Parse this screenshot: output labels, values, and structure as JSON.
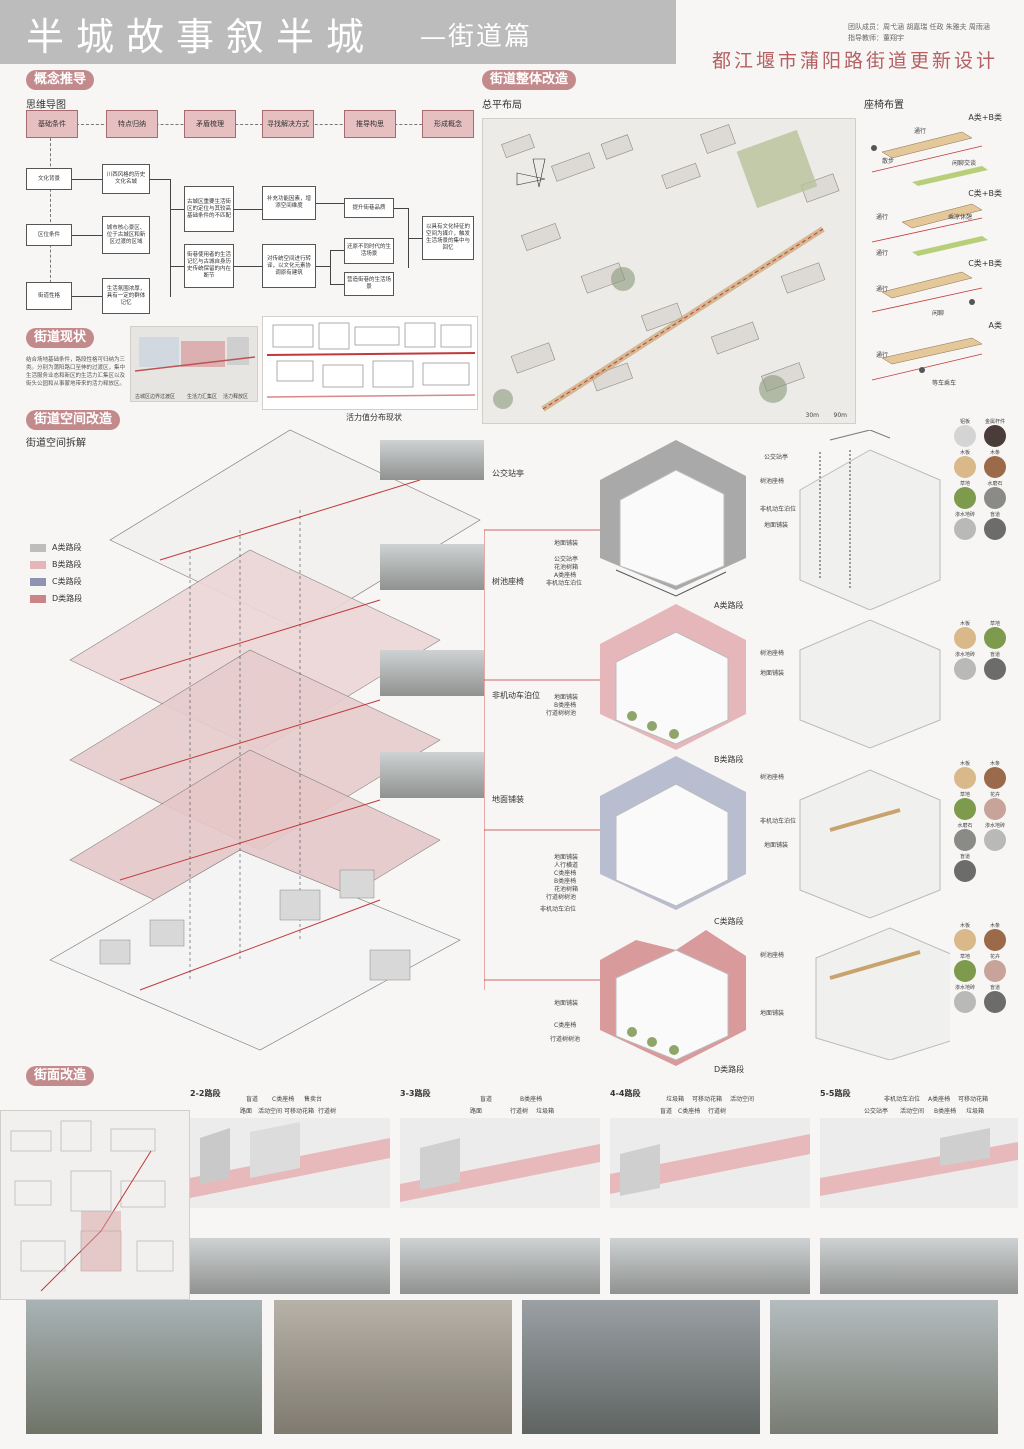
{
  "header": {
    "title": "半城故事叙半城",
    "subtitle": "—街道篇",
    "team_label": "团队成员：",
    "team_members": "周弋涵   胡嘉瑞   任政   朱雅夫   周雨涵",
    "advisor_label": "指导教师：",
    "advisor": "董翔宇",
    "project_title": "都江堰市蒲阳路街道更新设计"
  },
  "sections": {
    "concept": "概念推导",
    "mindmap": "思维导图",
    "overall": "街道整体改造",
    "plan": "总平布局",
    "seating": "座椅布置",
    "status": "街道现状",
    "space": "街道空间改造",
    "explode": "街道空间拆解",
    "facade": "街面改造"
  },
  "mindmap": {
    "heads": [
      "基础条件",
      "特点归纳",
      "矛盾梳理",
      "寻找解决方式",
      "推导构思",
      "形成概念"
    ],
    "col1": [
      "文化背景",
      "区位条件",
      "街道性格"
    ],
    "col2": [
      "川西风格的历史文化名城",
      "城市核心景区、位于古城区和新区过渡的区域",
      "生活氛围浓厚，具有一定的群体记忆"
    ],
    "col3": [
      "古城区重要生活街区的定位与其较高基础条件的不匹配",
      "街巷使用者的生活记忆与古城自身历史传统保留的内在断节"
    ],
    "col4": [
      "补充功能因素，增添空间维度",
      "对传统空间进行转译，以文化元素协调原有建筑"
    ],
    "col5": [
      "提升街巷品质",
      "还原不同时代的生活场景",
      "营造街巷的生活场景"
    ],
    "col6": "以具有文化特征的空间为媒介，触发生活场景的集中与回忆"
  },
  "status": {
    "text": "结合场地基础条件，路段性格可归纳为三类。分别为蒲阳路口至伸的过渡区，集中生活服务业态和新区的生活力汇集区以及街头公园和从事蒙地带来的活力释放区。",
    "map_labels": [
      "古城区边界过渡区",
      "生活力汇集区",
      "活力释放区"
    ],
    "vitality_caption": "活力值分布现状"
  },
  "seating": {
    "types": [
      "A类+B类",
      "C类+B类",
      "C类+B类",
      "A类"
    ],
    "notes": [
      "通行",
      "散步",
      "闲聊交谈",
      "通行",
      "乘凉休憩",
      "通行",
      "通行",
      "闲聊",
      "通行",
      "等车乘车"
    ]
  },
  "plan": {
    "scale": [
      "30m",
      "90m"
    ]
  },
  "legend": [
    "A类路段",
    "B类路段",
    "C类路段",
    "D类路段"
  ],
  "legend_colors": [
    "#bdbdbd",
    "#e3b6b8",
    "#8d93b0",
    "#c98588"
  ],
  "callouts": [
    "公交站亭",
    "树池座椅",
    "非机动车泊位",
    "地面铺装"
  ],
  "segments": [
    {
      "name": "A类路段",
      "labels": [
        "地面铺装",
        "公交站亭",
        "花池树箱",
        "A类座椅",
        "非机动车泊位"
      ]
    },
    {
      "name": "B类路段",
      "labels": [
        "地面铺装",
        "B类座椅",
        "行道树树池"
      ]
    },
    {
      "name": "C类路段",
      "labels": [
        "地面铺装",
        "人行横道",
        "C类座椅",
        "B类座椅",
        "花池树箱",
        "行道树树池",
        "非机动车泊位"
      ]
    },
    {
      "name": "D类路段",
      "labels": [
        "地面铺装",
        "C类座椅",
        "行道树树池"
      ]
    }
  ],
  "detail_labels": [
    [
      "公交站亭",
      "树池座椅",
      "非机动车泊位",
      "地面铺装"
    ],
    [
      "树池座椅",
      "地面铺装"
    ],
    [
      "树池座椅",
      "非机动车泊位",
      "地面铺装"
    ],
    [
      "树池座椅",
      "地面铺装"
    ]
  ],
  "materials": [
    [
      "铝板",
      "金属杆件",
      "木板",
      "木条",
      "草地",
      "水磨石",
      "渗水地砖",
      "盲道"
    ],
    [
      "木板",
      "草地",
      "渗水地砖",
      "盲道"
    ],
    [
      "木板",
      "木条",
      "草地",
      "花卉",
      "水磨石",
      "渗水地砖",
      "盲道"
    ],
    [
      "木板",
      "木条",
      "草地",
      "花卉",
      "渗水地砖",
      "盲道"
    ]
  ],
  "material_colors": {
    "铝板": "#d4d4d4",
    "金属杆件": "#4a3c38",
    "木板": "#d9b98a",
    "木条": "#9a6a4a",
    "草地": "#7e9a4c",
    "水磨石": "#8a8a86",
    "渗水地砖": "#b9b9b7",
    "盲道": "#6c6c6a",
    "花卉": "#c8a39a"
  },
  "sections_facade": [
    {
      "name": "2-2路段",
      "labels": [
        "盲道",
        "C类座椅",
        "售卖台",
        "路面",
        "活动空间",
        "可移动花箱",
        "行道树"
      ]
    },
    {
      "name": "3-3路段",
      "labels": [
        "盲道",
        "B类座椅",
        "路面",
        "行道树",
        "垃圾箱"
      ]
    },
    {
      "name": "4-4路段",
      "labels": [
        "垃圾箱",
        "可移动花箱",
        "活动空间",
        "盲道",
        "C类座椅",
        "行道树"
      ]
    },
    {
      "name": "5-5路段",
      "labels": [
        "非机动车泊位",
        "A类座椅",
        "可移动花箱",
        "公交站亭",
        "活动空间",
        "B类座椅",
        "垃圾箱"
      ]
    }
  ]
}
